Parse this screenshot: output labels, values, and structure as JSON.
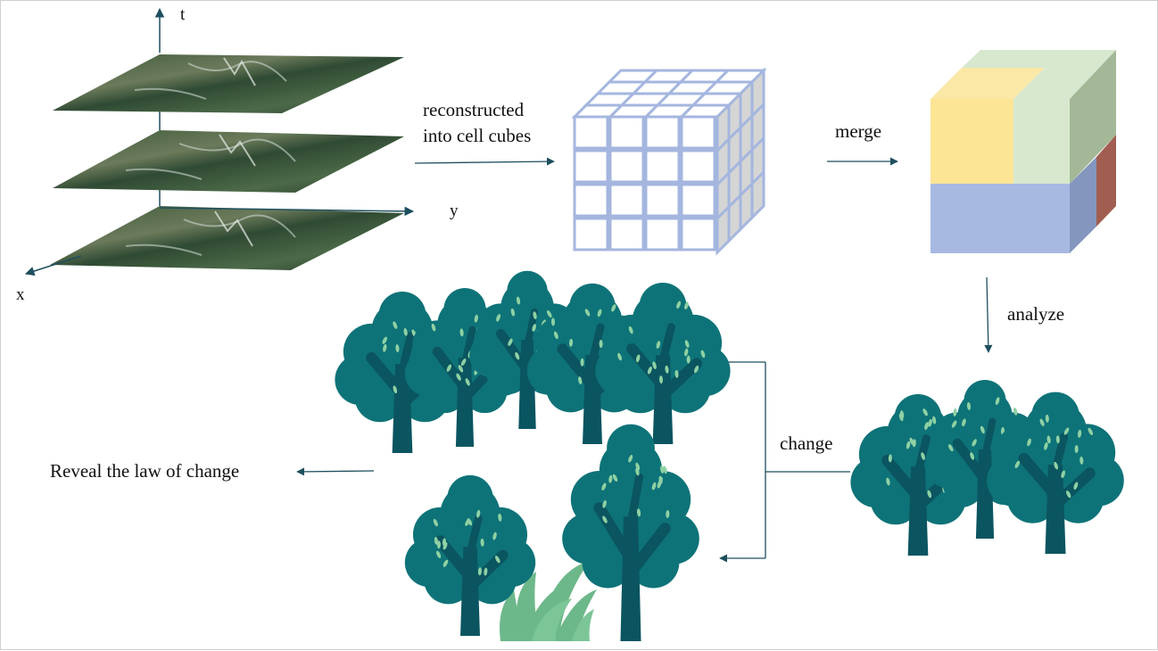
{
  "axes": {
    "t": "t",
    "x": "x",
    "y": "y"
  },
  "steps": {
    "reconstruct_line1": "reconstructed",
    "reconstruct_line2": "into cell cubes",
    "merge": "merge",
    "analyze": "analyze",
    "change": "change",
    "reveal": "Reveal the law of change"
  },
  "colors": {
    "arrow": "#1e4f5e",
    "grid_cube": "#a4b6df",
    "tree_canopy": "#0e7378",
    "tree_trunk": "#0a5560",
    "tree_leaf": "#8fd1a3",
    "grass": "#6db88a",
    "cube_yellow": "#fde596",
    "cube_green": "#d7e8cf",
    "cube_green_side": "#a3b897",
    "cube_blue": "#a7b9e1",
    "cube_blue_side": "#8496bd",
    "cube_red": "#a15e50"
  }
}
